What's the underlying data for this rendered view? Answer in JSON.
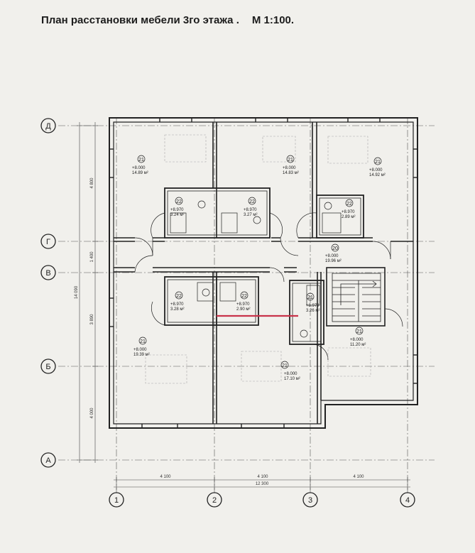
{
  "title": {
    "text": "План расстановки мебели 3го этажа .",
    "scale": "М 1:100."
  },
  "axes_rows": [
    "Д",
    "Г",
    "В",
    "Б",
    "А"
  ],
  "axes_cols": [
    "1",
    "2",
    "3",
    "4"
  ],
  "dims_bottom": [
    "4 100",
    "4 100",
    "4 100"
  ],
  "dim_total_bottom": "12 300",
  "dims_left": [
    "4 800",
    "1 400",
    "3 890",
    "4 000"
  ],
  "dim_total_left": "14 090",
  "rooms": [
    {
      "num": "21",
      "level": "+8.000",
      "area": "14.89 м²"
    },
    {
      "num": "21",
      "level": "+8.000",
      "area": "14.83 м²"
    },
    {
      "num": "21",
      "level": "+8.000",
      "area": "14.92 м²"
    },
    {
      "num": "22",
      "level": "+8.970",
      "area": "3.24 м²"
    },
    {
      "num": "22",
      "level": "+8.970",
      "area": "3.27 м²"
    },
    {
      "num": "22",
      "level": "+8.970",
      "area": "2.89 м²"
    },
    {
      "num": "20",
      "level": "+8.000",
      "area": "19.96 м²"
    },
    {
      "num": "22",
      "level": "+8.970",
      "area": "3.28 м²"
    },
    {
      "num": "22",
      "level": "+8.970",
      "area": "2.90 м²"
    },
    {
      "num": "21",
      "level": "+8.970",
      "area": "3.26 м²"
    },
    {
      "num": "21",
      "level": "+8.000",
      "area": "19.39 м²"
    },
    {
      "num": "21",
      "level": "+8.000",
      "area": "17.10 м²"
    },
    {
      "num": "21",
      "level": "+8.000",
      "area": "11.20 м²"
    }
  ]
}
